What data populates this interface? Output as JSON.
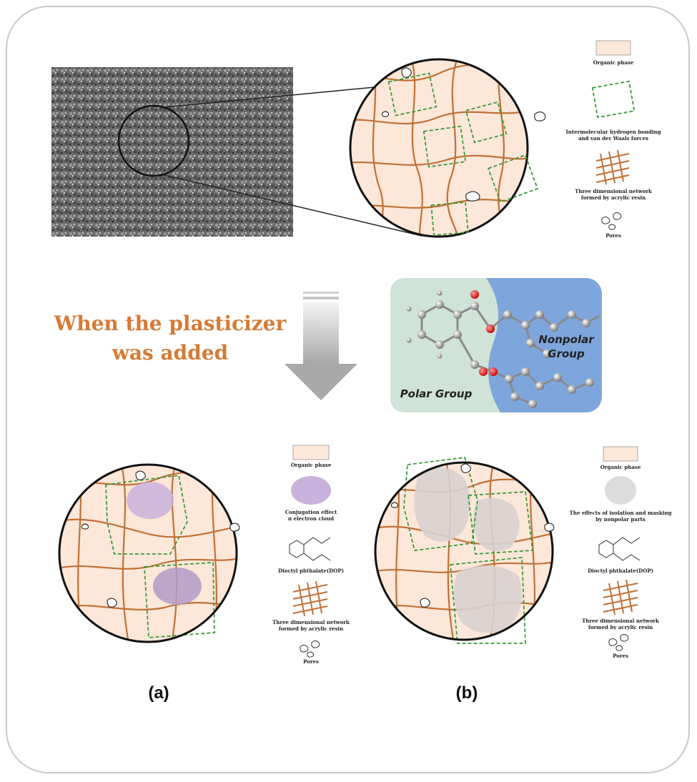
{
  "headline": {
    "line1": "When the plasticizer",
    "line2": "was added"
  },
  "molecule": {
    "polar_label": "Polar Group",
    "nonpolar_line1": "Nonpolar",
    "nonpolar_line2": "Group"
  },
  "legend_top": {
    "organic": "Organic phase",
    "hbond_line1": "Intermolecular hydrogen bonding",
    "hbond_line2": "and van der Waals forces",
    "network_line1": "Three dimensional network",
    "network_line2": "formed by acrylic resin",
    "pores": "Pores"
  },
  "legend_a": {
    "organic": "Organic phase",
    "conj_line1": "Conjugation effect",
    "conj_line2": "π electron cloud",
    "dop": "Dioctyl phthalate(DOP)",
    "network_line1": "Three dimensional network",
    "network_line2": "formed by acrylic resin",
    "pores": "Pores"
  },
  "legend_b": {
    "organic": "Organic phase",
    "iso_line1": "The effects of isolation and masking",
    "iso_line2": "by nonpolar parts",
    "dop": "Dioctyl phthalate(DOP)",
    "network_line1": "Three dimensional network",
    "network_line2": "formed by acrylic resin",
    "pores": "Pores"
  },
  "panel_labels": {
    "a": "(a)",
    "b": "(b)"
  },
  "colors": {
    "organic_fill": "#fce7d8",
    "network_stroke": "#c07035",
    "hbond_dash": "#3a9a3a",
    "headline": "#d67a35",
    "polar_bg": "#cfe3d8",
    "nonpolar_bg": "#7ea6dc",
    "conjugation": "#b39ac8",
    "isolation": "#d9d2d2"
  }
}
